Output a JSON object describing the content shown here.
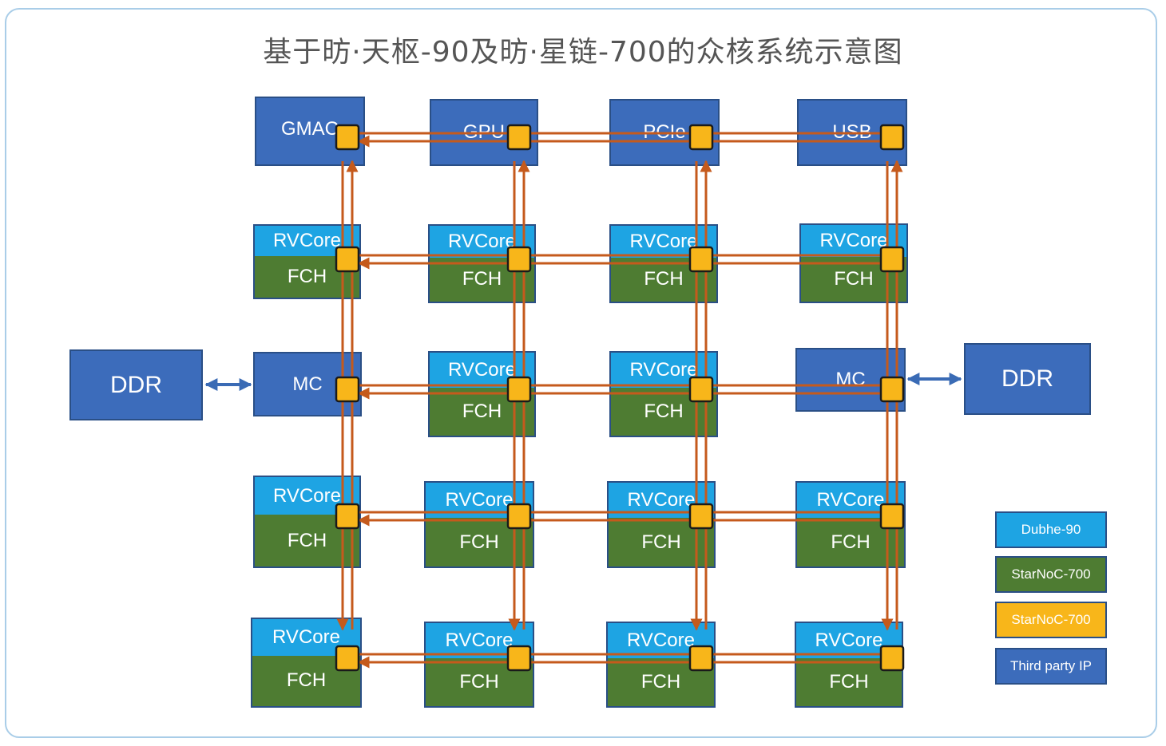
{
  "title": "基于昉·天枢-90及昉·星链-700的众核系统示意图",
  "colors": {
    "dubhe": "#1ea4e3",
    "starnoc_fch": "#4e7c32",
    "starnoc_router": "#f8b61a",
    "third_party": "#3c6cbb",
    "link": "#c55a1c",
    "ddr_arrow": "#3a6bb5"
  },
  "top_row": [
    "GMAC",
    "GPU",
    "PCIe",
    "USB"
  ],
  "cell": {
    "core_label": "RVCore",
    "fch_label": "FCH"
  },
  "mc_label": "MC",
  "ddr_label": "DDR",
  "legend": [
    {
      "label": "Dubhe-90",
      "color": "#1ea4e3"
    },
    {
      "label": "StarNoC-700",
      "color": "#4e7c32"
    },
    {
      "label": "StarNoC-700",
      "color": "#f8b61a"
    },
    {
      "label": "Third party IP",
      "color": "#3c6cbb"
    }
  ]
}
